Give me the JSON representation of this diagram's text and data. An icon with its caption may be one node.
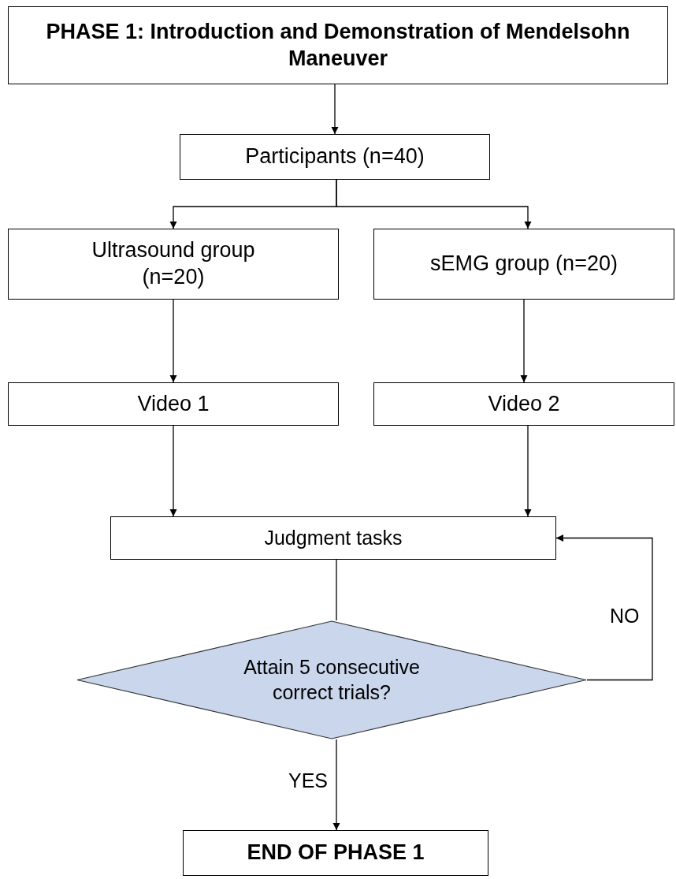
{
  "diagram": {
    "nodes": [
      {
        "text": [
          "PHASE 1: Introduction and Demonstration of Mendelsohn Maneuver"
        ]
      },
      {
        "text": [
          "Participants (n=40)"
        ]
      },
      {
        "text": [
          "Ultrasound group (n=20)"
        ]
      },
      {
        "text": [
          "sEMG group (n=20)"
        ]
      },
      {
        "text": [
          "Video 1"
        ]
      },
      {
        "text": [
          "Video 2"
        ]
      },
      {
        "text": [
          "Judgment tasks"
        ]
      },
      {
        "text": [
          "Attain 5 consecutive correct trials?"
        ]
      },
      {
        "text": [
          "END OF PHASE 1"
        ]
      }
    ],
    "edges": [
      {
        "from": 0,
        "to": 1,
        "arrow": "to"
      },
      {
        "from": 1,
        "to": 2,
        "arrow": "to"
      },
      {
        "from": 1,
        "to": 3,
        "arrow": "to"
      },
      {
        "from": 2,
        "to": 4,
        "arrow": "to"
      },
      {
        "from": 3,
        "to": 5,
        "arrow": "to"
      },
      {
        "from": 4,
        "to": 6,
        "arrow": "to"
      },
      {
        "from": 5,
        "to": 6,
        "arrow": "to"
      },
      {
        "from": 6,
        "to": 7,
        "arrow": "none"
      },
      {
        "from": 7,
        "to": 6,
        "arrow": "to",
        "label": "NO"
      },
      {
        "from": 7,
        "to": 8,
        "arrow": "to",
        "label": "YES"
      }
    ]
  }
}
